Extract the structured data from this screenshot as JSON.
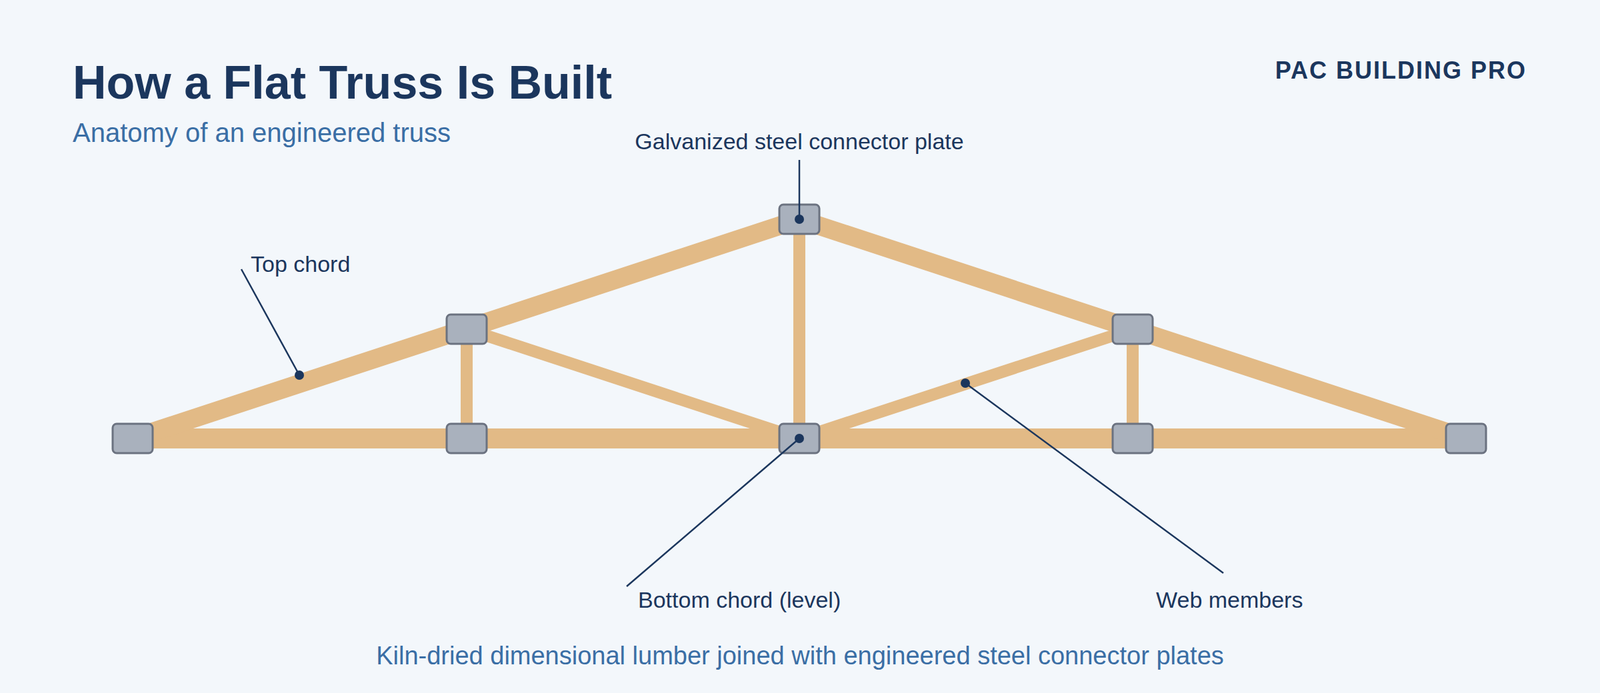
{
  "diagram": {
    "title": "How a Flat Truss Is Built",
    "caption": "Kiln-dried dimensional lumber joined with engineered steel connector plates",
    "labels": [
      "Anatomy of an engineered truss",
      "PAC BUILDING PRO",
      "Galvanized steel connector plate",
      "Top chord",
      "Bottom chord (level)",
      "Web members"
    ]
  }
}
